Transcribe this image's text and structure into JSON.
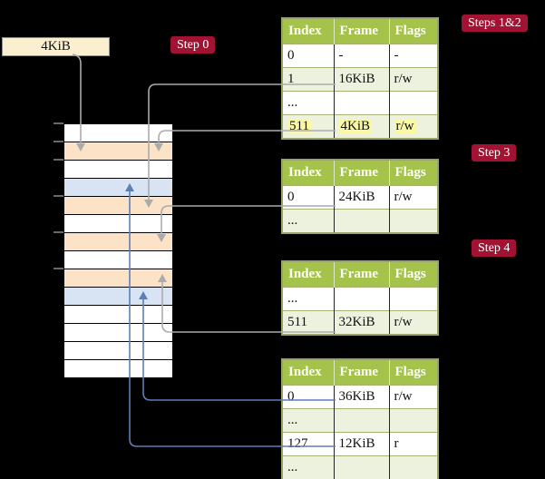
{
  "palette": {
    "background": "#000000",
    "accent_red": "#a11233",
    "header_green": "#a5c24b",
    "row_green": "#edf2de",
    "frame_orange": "#fce3c7",
    "frame_blue": "#d8e4f3",
    "highlight_yellow": "#fbf8a3",
    "box_cream": "#faefce",
    "line_gray": "#ababab",
    "line_blue": "#5b7fb7",
    "table_border_olive": "#99a566"
  },
  "labels": {
    "box_4kib": "4KiB",
    "step0": "Step 0",
    "steps12": "Steps 1&2",
    "step3": "Step 3",
    "step4": "Step 4"
  },
  "stack": {
    "rows": [
      {
        "kind": "free"
      },
      {
        "kind": "page_table"
      },
      {
        "kind": "free"
      },
      {
        "kind": "data"
      },
      {
        "kind": "page_table"
      },
      {
        "kind": "free"
      },
      {
        "kind": "page_table"
      },
      {
        "kind": "free"
      },
      {
        "kind": "page_table"
      },
      {
        "kind": "data"
      },
      {
        "kind": "free"
      },
      {
        "kind": "free"
      },
      {
        "kind": "free"
      },
      {
        "kind": "free"
      }
    ]
  },
  "tables": [
    {
      "headers": [
        "Index",
        "Frame",
        "Flags"
      ],
      "rows": [
        {
          "cells": [
            "0",
            "-",
            "-"
          ],
          "shade": false,
          "highlight": false
        },
        {
          "cells": [
            "1",
            "16KiB",
            "r/w"
          ],
          "shade": true,
          "highlight": false
        },
        {
          "cells": [
            "...",
            "",
            ""
          ],
          "shade": false,
          "highlight": false
        },
        {
          "cells": [
            "511",
            "4KiB",
            "r/w"
          ],
          "shade": true,
          "highlight": true
        }
      ]
    },
    {
      "headers": [
        "Index",
        "Frame",
        "Flags"
      ],
      "rows": [
        {
          "cells": [
            "0",
            "24KiB",
            "r/w"
          ],
          "shade": false,
          "highlight": false
        },
        {
          "cells": [
            "...",
            "",
            ""
          ],
          "shade": true,
          "highlight": false
        }
      ]
    },
    {
      "headers": [
        "Index",
        "Frame",
        "Flags"
      ],
      "rows": [
        {
          "cells": [
            "...",
            "",
            ""
          ],
          "shade": false,
          "highlight": false
        },
        {
          "cells": [
            "511",
            "32KiB",
            "r/w"
          ],
          "shade": true,
          "highlight": false
        }
      ]
    },
    {
      "headers": [
        "Index",
        "Frame",
        "Flags"
      ],
      "rows": [
        {
          "cells": [
            "0",
            "36KiB",
            "r/w"
          ],
          "shade": false,
          "highlight": false
        },
        {
          "cells": [
            "...",
            "",
            ""
          ],
          "shade": true,
          "highlight": false
        },
        {
          "cells": [
            "127",
            "12KiB",
            "r"
          ],
          "shade": false,
          "highlight": false
        },
        {
          "cells": [
            "...",
            "",
            ""
          ],
          "shade": true,
          "highlight": false
        }
      ]
    }
  ]
}
